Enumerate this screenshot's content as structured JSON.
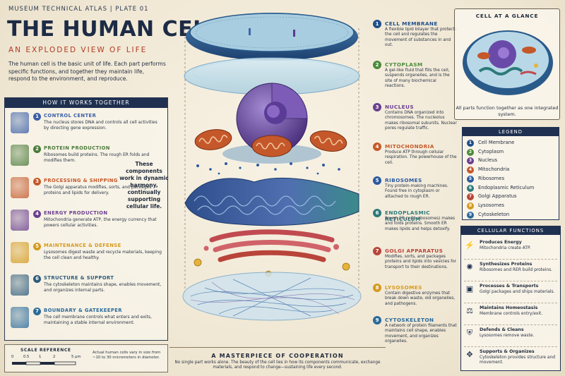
{
  "header": {
    "atlas_line": "MUSEUM TECHNICAL ATLAS | PLATE 01",
    "title": "THE HUMAN CELL",
    "subtitle": "AN EXPLODED VIEW OF LIFE",
    "intro": "The human cell is the basic unit of life. Each part performs specific functions, and together they maintain life, respond to the environment, and reproduce."
  },
  "how_it_works": {
    "title": "HOW IT WORKS TOGETHER",
    "items": [
      {
        "num": "1",
        "title": "CONTROL CENTER",
        "desc": "The nucleus stores DNA and controls all cell activities by directing gene expression.",
        "color": "#3b5fa8",
        "icon_name": "dna-icon"
      },
      {
        "num": "2",
        "title": "PROTEIN PRODUCTION",
        "desc": "Ribosomes build proteins. The rough ER folds and modifies them.",
        "color": "#4a7a3a",
        "icon_name": "ribosome-icon"
      },
      {
        "num": "3",
        "title": "PROCESSING & SHIPPING",
        "desc": "The Golgi apparatus modifies, sorts, and packages proteins and lipids for delivery.",
        "color": "#c5582a",
        "icon_name": "golgi-icon"
      },
      {
        "num": "4",
        "title": "ENERGY PRODUCTION",
        "desc": "Mitochondria generate ATP, the energy currency that powers cellular activities.",
        "color": "#6a3f8e",
        "icon_name": "mitochondria-icon"
      },
      {
        "num": "5",
        "title": "MAINTENANCE & DEFENSE",
        "desc": "Lysosomes digest waste and recycle materials, keeping the cell clean and healthy.",
        "color": "#d59a1e",
        "icon_name": "lysosome-icon"
      },
      {
        "num": "6",
        "title": "STRUCTURE & SUPPORT",
        "desc": "The cytoskeleton maintains shape, enables movement, and organizes internal parts.",
        "color": "#2d5a7a",
        "icon_name": "cytoskeleton-icon"
      },
      {
        "num": "7",
        "title": "BOUNDARY & GATEKEEPER",
        "desc": "The cell membrane controls what enters and exits, maintaining a stable internal environment.",
        "color": "#2a6a9a",
        "icon_name": "membrane-icon"
      }
    ]
  },
  "scale": {
    "title": "SCALE REFERENCE",
    "ticks": [
      "0",
      "0.5",
      "1",
      "2",
      "5 μm"
    ],
    "note": "Actual human cells vary in size from ~10 to 30 micrometers in diameter."
  },
  "center_caption": "These components work in dynamic harmony, continually supporting cellular life.",
  "cooperation": {
    "title": "A MASTERPIECE OF COOPERATION",
    "text": "No single part works alone. The beauty of the cell lies in how its components communicate, exchange materials, and respond to change—sustaining life every second."
  },
  "labels": [
    {
      "num": "1",
      "title": "CELL MEMBRANE",
      "desc": "A flexible lipid bilayer that protects the cell and regulates the movement of substances in and out.",
      "color": "#1f4f8a"
    },
    {
      "num": "2",
      "title": "CYTOPLASM",
      "desc": "A gel-like fluid that fills the cell, suspends organelles, and is the site of many biochemical reactions.",
      "color": "#4a8a3a"
    },
    {
      "num": "3",
      "title": "NUCLEUS",
      "desc": "Contains DNA organized into chromosomes. The nucleolus makes ribosomal subunits. Nuclear pores regulate traffic.",
      "color": "#6a3f8e"
    },
    {
      "num": "4",
      "title": "MITOCHONDRIA",
      "desc": "Produce ATP through cellular respiration. The powerhouse of the cell.",
      "color": "#c5582a"
    },
    {
      "num": "5",
      "title": "RIBOSOMES",
      "desc": "Tiny protein-making machines. Found free in cytoplasm or attached to rough ER.",
      "color": "#2a5aa0"
    },
    {
      "num": "6",
      "title": "ENDOPLASMIC RETICULUM",
      "desc": "Rough ER (with ribosomes) makes and folds proteins. Smooth ER makes lipids and helps detoxify.",
      "color": "#2d7a7a"
    },
    {
      "num": "7",
      "title": "GOLGI APPARATUS",
      "desc": "Modifies, sorts, and packages proteins and lipids into vesicles for transport to their destinations.",
      "color": "#b8443a"
    },
    {
      "num": "8",
      "title": "LYSOSOMES",
      "desc": "Contain digestive enzymes that break down waste, old organelles, and pathogens.",
      "color": "#d59a1e"
    },
    {
      "num": "9",
      "title": "CYTOSKELETON",
      "desc": "A network of protein filaments that maintains cell shape, enables movement, and organizes organelles.",
      "color": "#2a6a9a"
    }
  ],
  "glance": {
    "title": "CELL AT A GLANCE",
    "caption": "All parts function together as one integrated system."
  },
  "legend": {
    "title": "LEGEND",
    "items": [
      {
        "num": "1",
        "label": "Cell Membrane",
        "color": "#1f4f8a"
      },
      {
        "num": "2",
        "label": "Cytoplasm",
        "color": "#4a8a3a"
      },
      {
        "num": "3",
        "label": "Nucleus",
        "color": "#6a3f8e"
      },
      {
        "num": "4",
        "label": "Mitochondria",
        "color": "#c5582a"
      },
      {
        "num": "5",
        "label": "Ribosomes",
        "color": "#2a5aa0"
      },
      {
        "num": "6",
        "label": "Endoplasmic Reticulum",
        "color": "#2d7a7a"
      },
      {
        "num": "7",
        "label": "Golgi Apparatus",
        "color": "#b8443a"
      },
      {
        "num": "8",
        "label": "Lysosomes",
        "color": "#d59a1e"
      },
      {
        "num": "9",
        "label": "Cytoskeleton",
        "color": "#2a6a9a"
      }
    ]
  },
  "functions": {
    "title": "CELLULAR FUNCTIONS",
    "items": [
      {
        "title": "Produces Energy",
        "desc": "Mitochondria create ATP.",
        "icon": "⚡",
        "icon_name": "lightning-icon"
      },
      {
        "title": "Synthesizes Proteins",
        "desc": "Ribosomes and RER build proteins.",
        "icon": "✺",
        "icon_name": "protein-icon"
      },
      {
        "title": "Processes & Transports",
        "desc": "Golgi packages and ships materials.",
        "icon": "▣",
        "icon_name": "package-icon"
      },
      {
        "title": "Maintains Homeostasis",
        "desc": "Membrane controls entry/exit.",
        "icon": "⚖",
        "icon_name": "balance-icon"
      },
      {
        "title": "Defends & Cleans",
        "desc": "Lysosomes remove waste.",
        "icon": "⛨",
        "icon_name": "shield-icon"
      },
      {
        "title": "Supports & Organizes",
        "desc": "Cytoskeleton provides structure and movement.",
        "icon": "✥",
        "icon_name": "network-icon"
      }
    ]
  }
}
